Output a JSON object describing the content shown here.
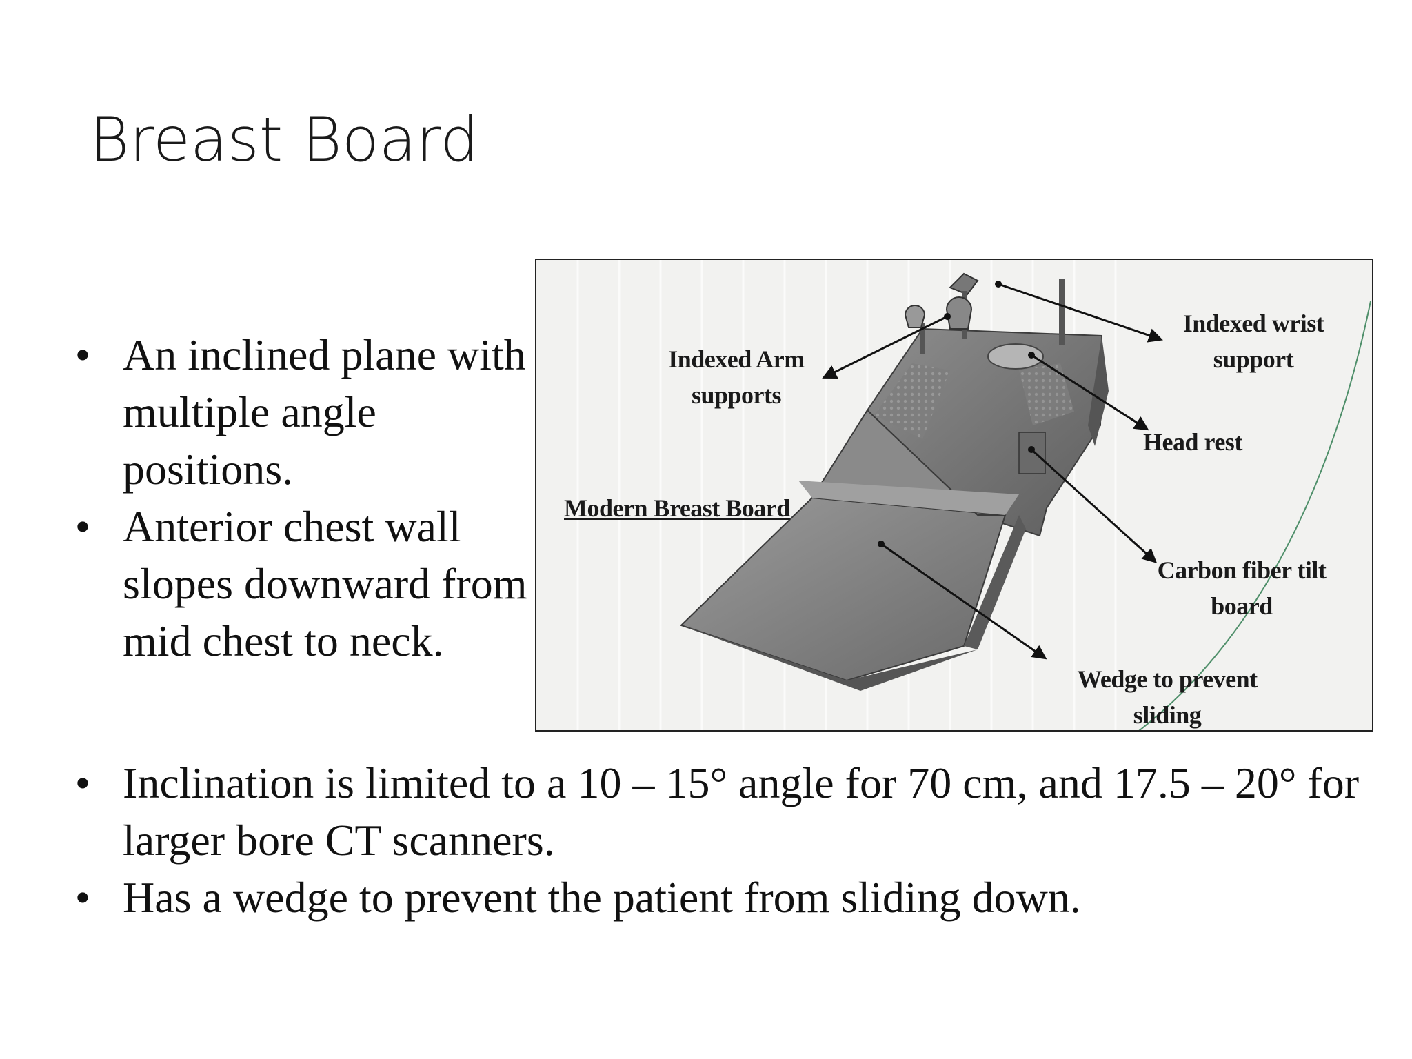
{
  "slide": {
    "title": "Breast Board"
  },
  "left_bullets": [
    {
      "bullet": "•",
      "text": "An inclined plane with multiple angle positions."
    },
    {
      "bullet": "•",
      "text": "Anterior chest wall slopes downward from mid chest to neck."
    }
  ],
  "bottom_bullets": [
    {
      "bullet": "•",
      "text": "Inclination is limited to a 10 – 15° angle for 70 cm, and 17.5 – 20° for larger bore CT scanners."
    },
    {
      "bullet": "•",
      "text": "Has a wedge to prevent the patient from sliding down."
    }
  ],
  "figure": {
    "labels": {
      "indexed_arm_line1": "Indexed Arm",
      "indexed_arm_line2": "supports",
      "indexed_wrist_line1": "Indexed wrist",
      "indexed_wrist_line2": "support",
      "head_rest": "Head rest",
      "modern_breast_board": "Modern Breast Board",
      "carbon_fiber_line1": "Carbon fiber tilt",
      "carbon_fiber_line2": "board",
      "wedge_line1": "Wedge to prevent",
      "wedge_line2": "sliding"
    }
  }
}
